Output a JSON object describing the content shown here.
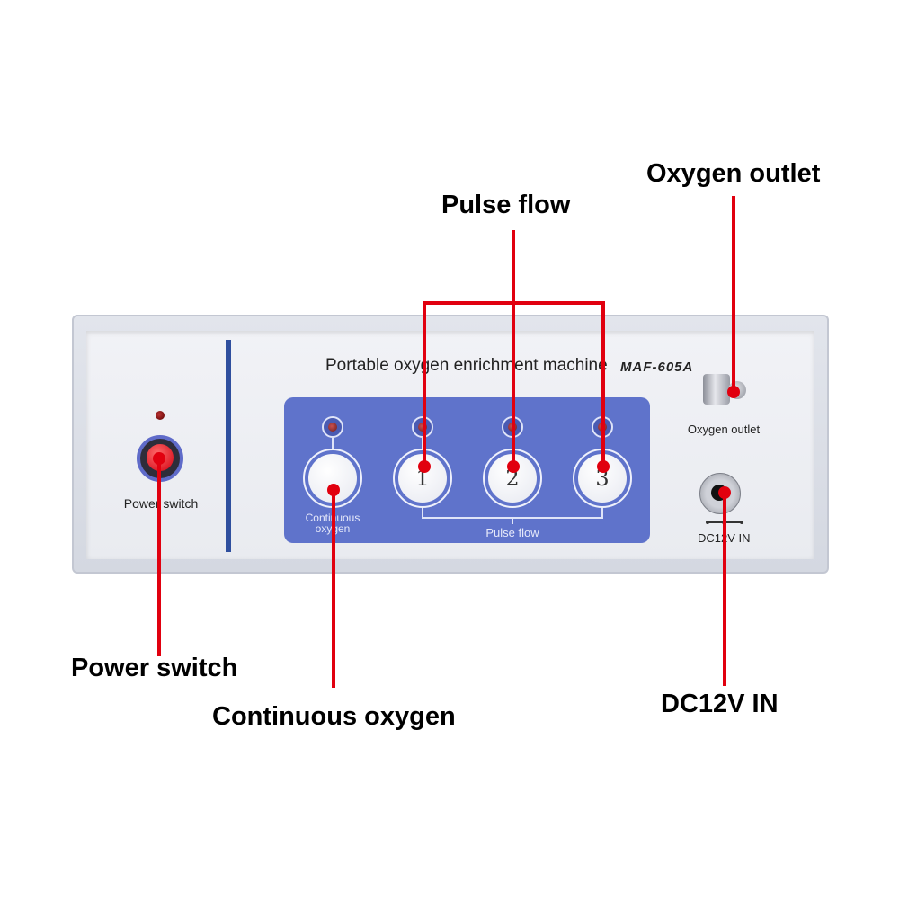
{
  "device": {
    "title": "Portable oxygen enrichment machine",
    "model": "MAF-605A",
    "power_label": "Power switch",
    "continuous_label_line1": "Continuous",
    "continuous_label_line2": "oxygen",
    "pulse_label": "Pulse flow",
    "buttons": [
      "1",
      "2",
      "3"
    ],
    "outlet_label": "Oxygen outlet",
    "dc_label": "DC12V  IN"
  },
  "callouts": {
    "pulse_flow": "Pulse flow",
    "oxygen_outlet": "Oxygen outlet",
    "power_switch": "Power switch",
    "continuous_oxygen": "Continuous oxygen",
    "dc_in": "DC12V IN"
  },
  "colors": {
    "callout": "#e1000f",
    "panel": "#5f73cb",
    "divider": "#2f4f9e"
  }
}
